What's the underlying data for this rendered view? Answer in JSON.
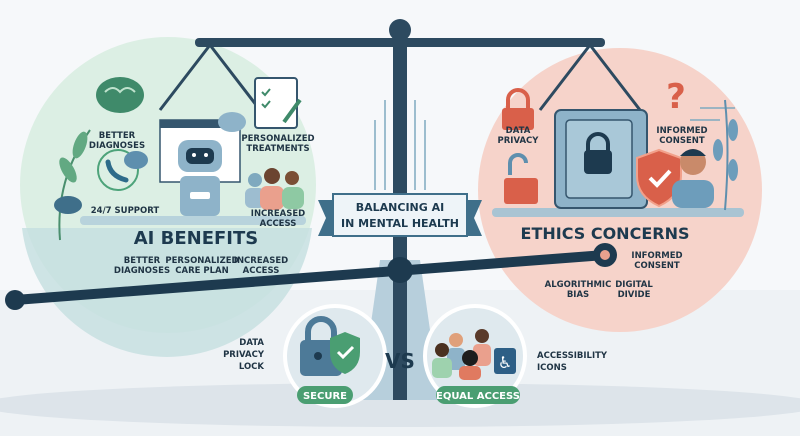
{
  "banner": {
    "line1": "BALANCING AI",
    "line2": "IN MENTAL HEALTH"
  },
  "benefits": {
    "title": "AI BENEFITS",
    "icon_labels": [
      {
        "line1": "BETTER",
        "line2": "DIAGNOSES"
      },
      {
        "line1": "24/7 SUPPORT",
        "line2": ""
      },
      {
        "line1": "PERSONALIZED",
        "line2": "TREATMENTS"
      },
      {
        "line1": "INCREASED",
        "line2": "ACCESS"
      }
    ],
    "bottom_labels": [
      {
        "line1": "BETTER",
        "line2": "DIAGNOSES"
      },
      {
        "line1": "PERSONALIZED",
        "line2": "CARE PLAN"
      },
      {
        "line1": "INCREASED",
        "line2": "ACCESS"
      }
    ]
  },
  "ethics": {
    "title": "ETHICS CONCERNS",
    "icon_labels": [
      {
        "line1": "DATA",
        "line2": "PRIVACY"
      },
      {
        "line1": "INFORMED",
        "line2": "CONSENT"
      }
    ],
    "bottom_labels": [
      {
        "line1": "INFORMED",
        "line2": "CONSENT"
      },
      {
        "line1": "ALGORITHMIC",
        "line2": "BIAS"
      },
      {
        "line1": "DIGITAL",
        "line2": "DIVIDE"
      }
    ]
  },
  "comparison": {
    "left_caption": {
      "line1": "DATA",
      "line2": "PRIVACY",
      "line3": "LOCK"
    },
    "left_badge": "SECURE",
    "vs": "VS",
    "right_caption": {
      "line1": "ACCESSIBILITY",
      "line2": "ICONS"
    },
    "right_badge": "EQUAL ACCESS"
  },
  "colors": {
    "navy": "#1d3a4f",
    "benefits_bg": "#dcefe4",
    "ethics_bg": "#f6d3ca",
    "green_badge": "#4a9e72",
    "red_accent": "#d9604a"
  }
}
